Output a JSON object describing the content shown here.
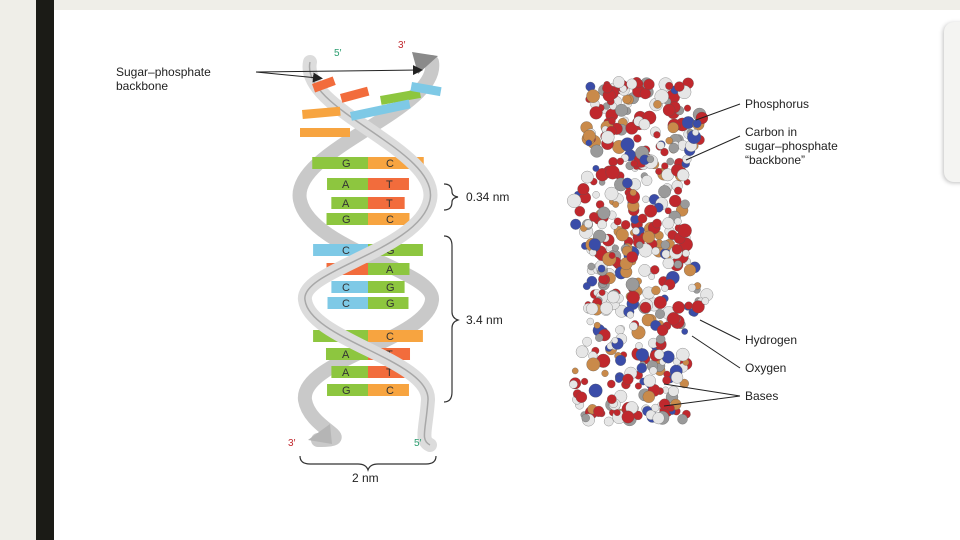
{
  "helix": {
    "label_backbone_1": "Sugar–phosphate",
    "label_backbone_2": "backbone",
    "top_5": "5′",
    "top_3": "3′",
    "bottom_3": "3′",
    "bottom_5": "5′",
    "rise": "0.34 nm",
    "pitch": "3.4 nm",
    "width": "2 nm",
    "pairs": [
      {
        "l": "G",
        "r": "C"
      },
      {
        "l": "A",
        "r": "T"
      },
      {
        "l": "A",
        "r": "T"
      },
      {
        "l": "G",
        "r": "C"
      },
      {
        "l": "C",
        "r": "G"
      },
      {
        "l": "T",
        "r": "A"
      },
      {
        "l": "C",
        "r": "G"
      },
      {
        "l": "C",
        "r": "G"
      },
      {
        "l": "G",
        "r": "C"
      },
      {
        "l": "A",
        "r": "T"
      },
      {
        "l": "A",
        "r": "T"
      },
      {
        "l": "G",
        "r": "C"
      }
    ]
  },
  "model": {
    "phosphorus": "Phosphorus",
    "carbon_1": "Carbon in",
    "carbon_2": "sugar–phosphate",
    "carbon_3": "“backbone”",
    "hydrogen": "Hydrogen",
    "oxygen": "Oxygen",
    "bases": "Bases"
  },
  "colors": {
    "G": "#8dc63f",
    "C": "#f7a440",
    "A": "#8dc63f",
    "T": "#f26c3c",
    "backbone": "#d8d8d8",
    "oxygen_atom": "#c0282d",
    "nitrogen_atom": "#3a4ca8",
    "hydrogen_atom": "#e6e6e6"
  }
}
